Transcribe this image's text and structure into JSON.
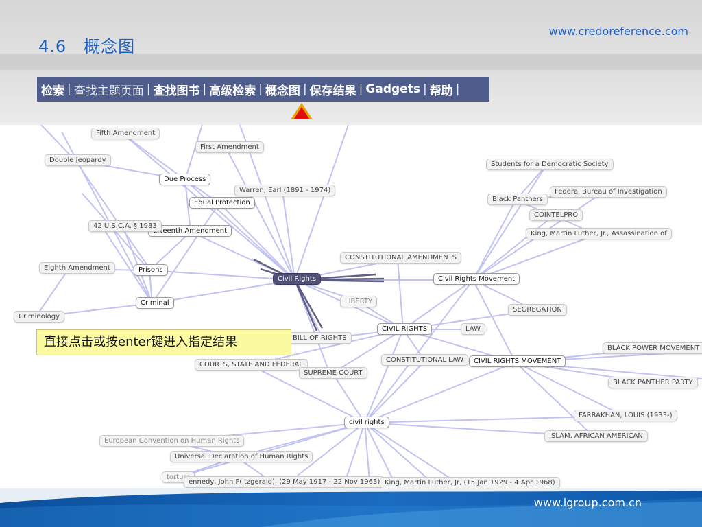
{
  "slide": {
    "title": "4.6　概念图",
    "site_url": "www.credoreference.com",
    "footer_url": "www.igroup.com.cn"
  },
  "nav": {
    "items": [
      {
        "label": "检索"
      },
      {
        "label": "查找主题页面"
      },
      {
        "label": "查找图书"
      },
      {
        "label": "高级检索"
      },
      {
        "label": "概念图"
      },
      {
        "label": "保存结果"
      },
      {
        "label": "Gadgets"
      },
      {
        "label": "帮助"
      }
    ],
    "separator": "|"
  },
  "callout": {
    "text_before": "直接点击或按",
    "text_key": "enter",
    "text_after": "键进入指定结果"
  },
  "concept_map": {
    "center": "Civil Rights",
    "nodes": {
      "fifth_amendment": "Fifth Amendment",
      "first_amendment": "First Amendment",
      "double_jeopardy": "Double Jeopardy",
      "due_process": "Due Process",
      "warren": "Warren, Earl (1891 - 1974)",
      "equal_protection": "Equal Protection",
      "usca": "42 U.S.C.A. § 1983",
      "fourteenth": "urteenth Amendment",
      "eighth": "Eighth Amendment",
      "prisons": "Prisons",
      "criminal": "Criminal",
      "criminology": "Criminology",
      "constitutional_amendments": "CONSTITUTIONAL AMENDMENTS",
      "liberty": "LIBERTY",
      "civil_rights_caps": "CIVIL RIGHTS",
      "law": "LAW",
      "bill_of_rights": "BILL OF RIGHTS",
      "courts": "COURTS, STATE AND FEDERAL",
      "supreme_court": "SUPREME COURT",
      "constitutional_law": "CONSTITUTIONAL LAW",
      "crm_caps": "CIVIL RIGHTS MOVEMENT",
      "crm": "Civil Rights Movement",
      "segregation": "SEGREGATION",
      "students": "Students for a Democratic Society",
      "black_panthers": "Black Panthers",
      "fbi": "Federal Bureau of Investigation",
      "cointelpro": "COINTELPRO",
      "king_assassination": "King, Martin Luther, Jr., Assassination of",
      "black_power": "BLACK POWER MOVEMENT",
      "black_panther_party": "BLACK PANTHER PARTY",
      "civil_rights_lower": "civil rights",
      "farrakhan": "FARRAKHAN, LOUIS (1933-)",
      "islam": "ISLAM, AFRICAN AMERICAN",
      "european_convention": "European Convention on Human Rights",
      "universal_declaration": "Universal Declaration of Human Rights",
      "torture": "torture",
      "kennedy": "ennedy, John F(itzgerald), (29 May 1917 - 22 Nov 1963)",
      "king_jr": "King, Martin Luther, Jr, (15 Jan 1929 - 4 Apr 1968)"
    }
  },
  "colors": {
    "nav_background": "#4f5d8c",
    "title_blue": "#1f5fbf",
    "edge_color": "#b7b9ee",
    "center_node": "#4f5078",
    "callout_background": "#fcfaa0",
    "pointer_red": "#e01010"
  }
}
